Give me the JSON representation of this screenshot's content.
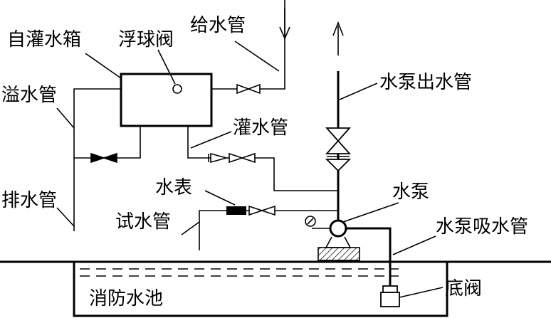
{
  "labels": {
    "self_filling_tank": "自灌水箱",
    "float_valve": "浮球阀",
    "supply_pipe": "给水管",
    "overflow_pipe": "溢水管",
    "pump_outlet_pipe": "水泵出水管",
    "filling_pipe": "灌水管",
    "water_meter": "水表",
    "pump": "水泵",
    "drain_pipe": "排水管",
    "test_pipe": "试水管",
    "pump_suction_pipe": "水泵吸水管",
    "fire_pool": "消防水池",
    "foot_valve": "底阀"
  }
}
